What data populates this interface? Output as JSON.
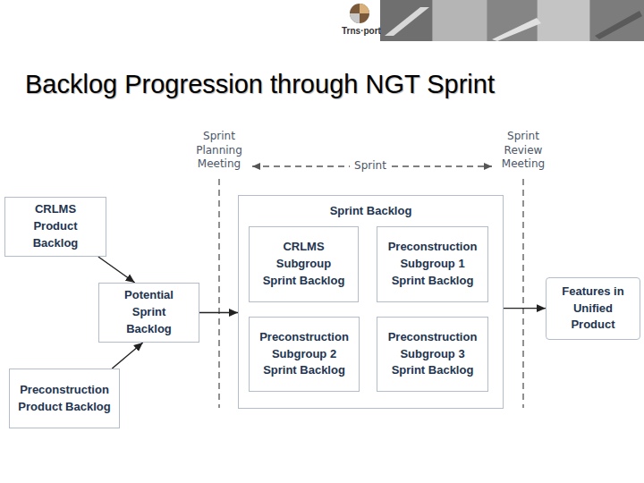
{
  "diagram": {
    "title": "Backlog Progression through NGT Sprint",
    "nodes": [
      {
        "text": [
          "CRLMS Product Backlog"
        ]
      },
      {
        "text": [
          "Potential Sprint Backlog"
        ]
      },
      {
        "text": [
          "Preconstruction Product Backlog"
        ]
      },
      {
        "text": [
          "Sprint Backlog"
        ]
      },
      {
        "text": [
          "CRLMS Subgroup Sprint Backlog"
        ],
        "in": 3
      },
      {
        "text": [
          "Preconstruction Subgroup 1 Sprint Backlog"
        ],
        "in": 3
      },
      {
        "text": [
          "Preconstruction Subgroup 2 Sprint Backlog"
        ],
        "in": 3
      },
      {
        "text": [
          "Preconstruction Subgroup 3 Sprint Backlog"
        ],
        "in": 3
      },
      {
        "text": [
          "Features in Unified Product"
        ]
      }
    ],
    "edges": [
      {
        "from": 0,
        "to": 1,
        "arrow": "to"
      },
      {
        "from": 2,
        "to": 1,
        "arrow": "to"
      },
      {
        "from": 1,
        "to": 3,
        "arrow": "to"
      },
      {
        "from": 3,
        "to": 8,
        "arrow": "to"
      }
    ],
    "labels": [
      "Sprint Planning Meeting",
      "Sprint",
      "Sprint Review Meeting",
      "Trns·port"
    ]
  }
}
